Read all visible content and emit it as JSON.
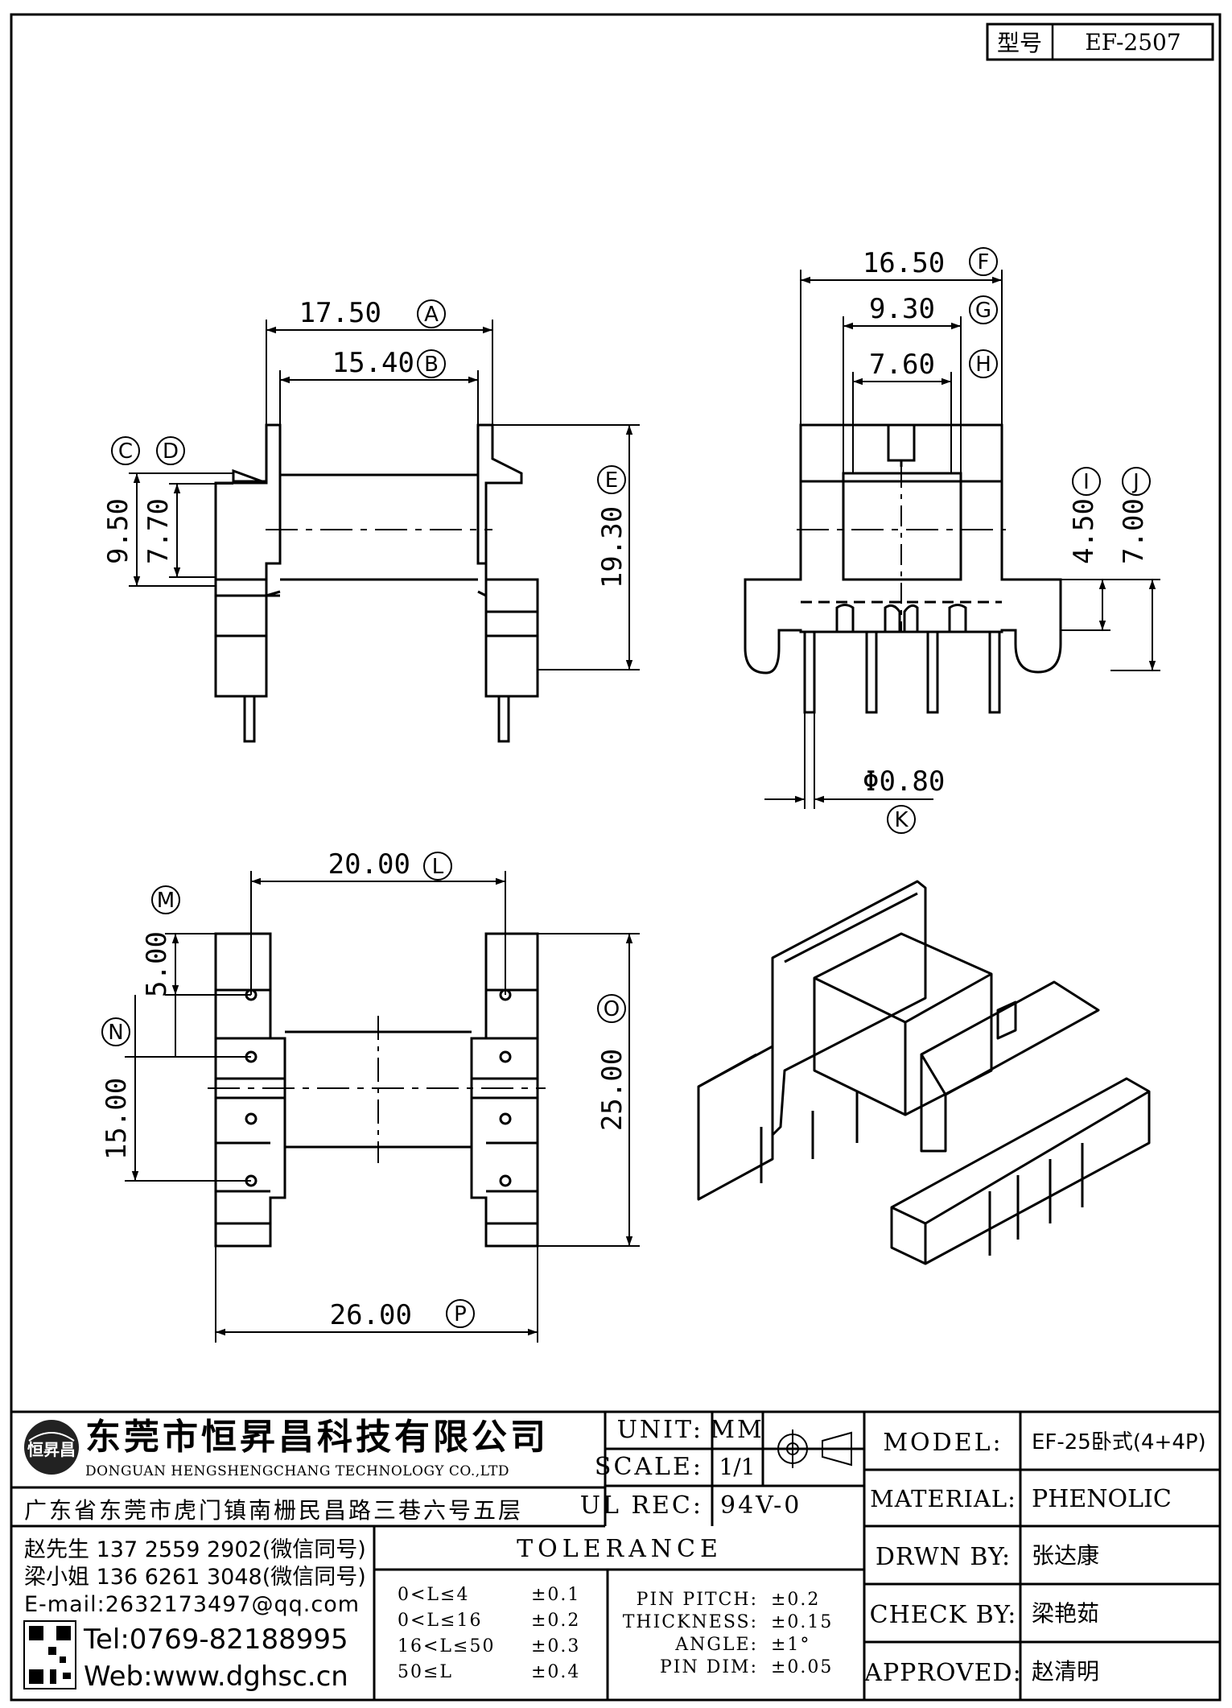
{
  "header": {
    "model_label": "型号",
    "model_value": "EF-2507"
  },
  "dimensions": {
    "A": "17.50",
    "B": "15.40",
    "C": "9.50",
    "D": "7.70",
    "E": "19.30",
    "F": "16.50",
    "G": "9.30",
    "H": "7.60",
    "I": "4.50",
    "J": "7.00",
    "K": "Φ0.80",
    "L": "20.00",
    "M": "5.00",
    "N": "15.00",
    "O": "25.00",
    "P": "26.00"
  },
  "callouts": [
    "A",
    "B",
    "C",
    "D",
    "E",
    "F",
    "G",
    "H",
    "I",
    "J",
    "K",
    "L",
    "M",
    "N",
    "O",
    "P"
  ],
  "company": {
    "name_cn": "东莞市恒昇昌科技有限公司",
    "name_en": "DONGUAN HENGSHENGCHANG TECHNOLOGY CO.,LTD",
    "address": "广东省东莞市虎门镇南栅民昌路三巷六号五层",
    "logo_text": "恒昇昌",
    "contact1": "赵先生 137 2559 2902(微信同号)",
    "contact2": "梁小姐 136 6261 3048(微信同号)",
    "email": "E-mail:2632173497@qq.com",
    "tel": "Tel:0769-82188995",
    "web": "Web:www.dghsc.cn"
  },
  "title_block": {
    "unit_label": "UNIT:",
    "unit_value": "MM",
    "scale_label": "SCALE:",
    "scale_value": "1/1",
    "ulrec_label": "UL REC:",
    "ulrec_value": "94V-0",
    "model_label": "MODEL:",
    "model_value": "EF-25卧式(4+4P)",
    "material_label": "MATERIAL:",
    "material_value": "PHENOLIC",
    "drawn_label": "DRWN BY:",
    "drawn_value": "张达康",
    "check_label": "CHECK BY:",
    "check_value": "梁艳茹",
    "approved_label": "APPROVED:",
    "approved_value": "赵清明",
    "tolerance_title": "TOLERANCE",
    "tolerance_rows": [
      {
        "range": "0<L≤4",
        "value": "±0.1"
      },
      {
        "range": "0<L≤16",
        "value": "±0.2"
      },
      {
        "range": "16<L≤50",
        "value": "±0.3"
      },
      {
        "range": "50≤L",
        "value": "±0.4"
      }
    ],
    "tolerance_extra": [
      {
        "label": "PIN PITCH:",
        "value": "±0.2"
      },
      {
        "label": "THICKNESS:",
        "value": "±0.15"
      },
      {
        "label": "ANGLE:",
        "value": "±1°"
      },
      {
        "label": "PIN DIM:",
        "value": "±0.05"
      }
    ]
  }
}
